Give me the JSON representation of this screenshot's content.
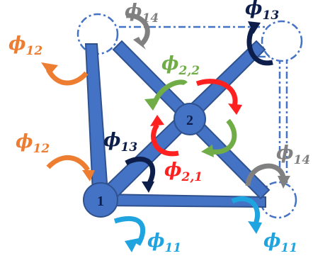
{
  "nodes": {
    "node_1": "1",
    "node_2": "2"
  },
  "labels": {
    "phi_12_top": {
      "base": "ϕ",
      "sub": "12"
    },
    "phi_12_left": {
      "base": "ϕ",
      "sub": "12"
    },
    "phi_14_top": {
      "base": "ϕ",
      "sub": "14"
    },
    "phi_14_right": {
      "base": "ϕ",
      "sub": "14"
    },
    "phi_13_top": {
      "base": "ϕ",
      "sub": "13"
    },
    "phi_13_mid": {
      "base": "ϕ",
      "sub": "13"
    },
    "phi_22": {
      "base": "ϕ",
      "sub": "2,2"
    },
    "phi_21": {
      "base": "ϕ",
      "sub": "2,1"
    },
    "phi_11_left": {
      "base": "ϕ",
      "sub": "11"
    },
    "phi_11_right": {
      "base": "ϕ",
      "sub": "11"
    }
  },
  "colors": {
    "member_fill": "#4472c4",
    "member_stroke": "#2f528f",
    "node_fill": "#4472c4",
    "dashed": "#4472c4",
    "orange": "#ed7d31",
    "gray": "#808080",
    "navy": "#0d1e4a",
    "green": "#70ad47",
    "red": "#ff2020",
    "cyan": "#1fa4e0"
  }
}
